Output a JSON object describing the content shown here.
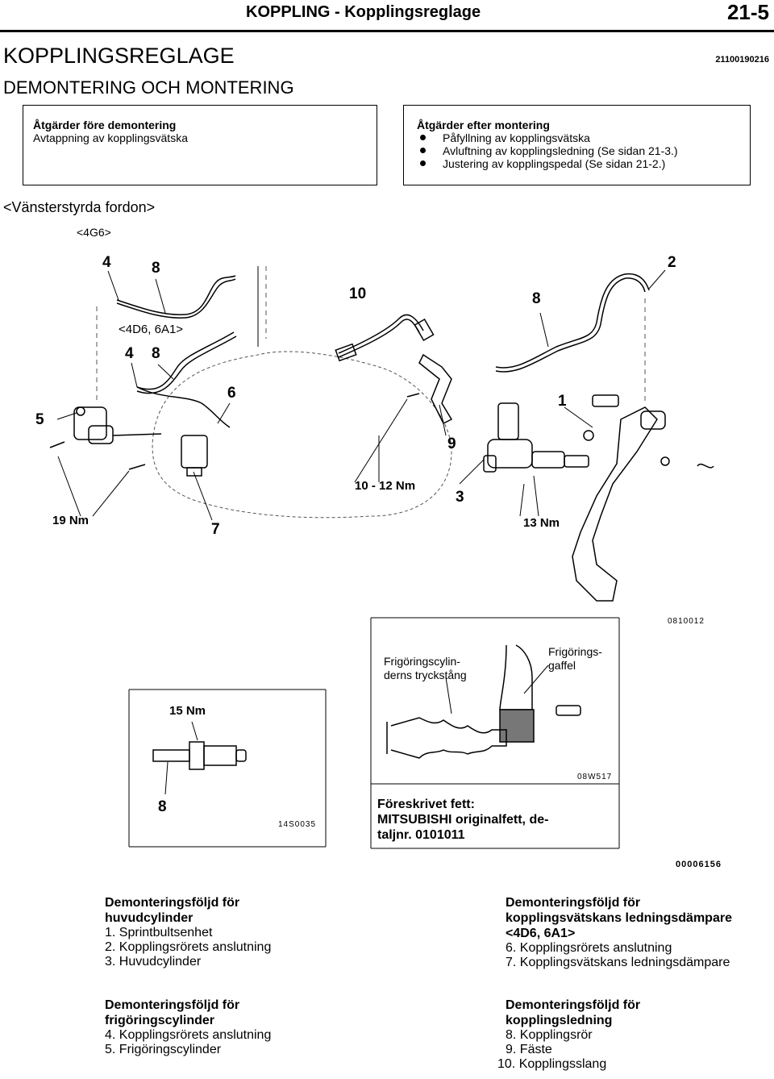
{
  "header": {
    "title": "KOPPLING - Kopplingsreglage",
    "page": "21-5"
  },
  "heading": "KOPPLINGSREGLAGE",
  "doc_number": "21100190216",
  "subheading": "DEMONTERING OCH MONTERING",
  "before_box": {
    "title": "Åtgärder före demontering",
    "item": "Avtappning av kopplingsvätska"
  },
  "after_box": {
    "title": "Åtgärder efter montering",
    "items": [
      "Påfyllning av kopplingsvätska",
      "Avluftning av kopplingsledning (Se sidan 21-3.)",
      "Justering av kopplingspedal (Se sidan 21-2.)"
    ]
  },
  "variant": "<Vänsterstyrda fordon>",
  "engine": "<4G6>",
  "engine_alt": "<4D6, 6A1>",
  "callouts": {
    "n1": "1",
    "n2": "2",
    "n3": "3",
    "n4a": "4",
    "n4b": "4",
    "n5": "5",
    "n6": "6",
    "n7": "7",
    "n8a": "8",
    "n8b": "8",
    "n8c": "8",
    "n8d": "8",
    "n9": "9",
    "n10": "10"
  },
  "torques": {
    "t19": "19 Nm",
    "t10_12": "10 - 12 Nm",
    "t13": "13 Nm",
    "t15": "15 Nm"
  },
  "codes": {
    "main": "0810012",
    "inset_fork": "08W517",
    "inset_pipe": "14S0035",
    "bottom": "00006156"
  },
  "inset": {
    "pushrod_1": "Frigöringscylin-",
    "pushrod_2": "derns tryckstång",
    "fork_1": "Frigörings-",
    "fork_2": "gaffel",
    "grease_1": "Föreskrivet fett:",
    "grease_2": "MITSUBISHI originalfett, de-",
    "grease_3": "taljnr. 0101011"
  },
  "sections": {
    "master": {
      "title_1": "Demonteringsföljd för",
      "title_2": "huvudcylinder",
      "items": [
        "1. Sprintbultsenhet",
        "2. Kopplingsrörets anslutning",
        "3. Huvudcylinder"
      ]
    },
    "release": {
      "title_1": "Demonteringsföljd för",
      "title_2": "frigöringscylinder",
      "items": [
        "4. Kopplingsrörets anslutning",
        "5. Frigöringscylinder"
      ]
    },
    "damper": {
      "title_1": "Demonteringsföljd för",
      "title_2": "kopplingsvätskans ledningsdämpare",
      "title_3": "<4D6, 6A1>",
      "items": [
        "6. Kopplingsrörets anslutning",
        "7. Kopplingsvätskans ledningsdämpare"
      ]
    },
    "line": {
      "title_1": "Demonteringsföljd för",
      "title_2": "kopplingsledning",
      "items": [
        "8. Kopplingsrör",
        "9. Fäste",
        "10. Kopplingsslang"
      ]
    }
  }
}
